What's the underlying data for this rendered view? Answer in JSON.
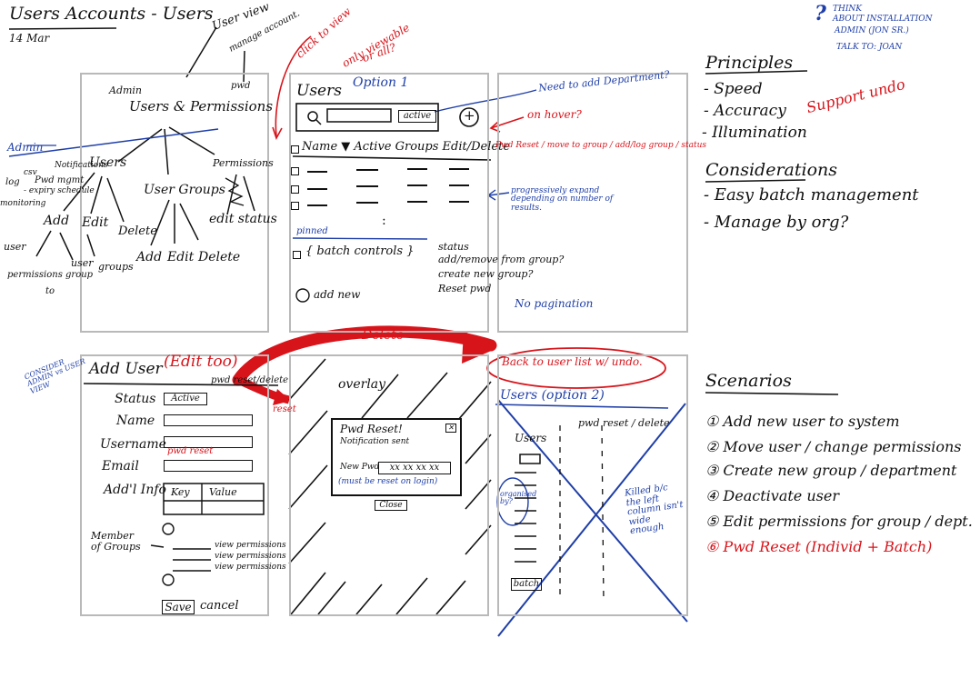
{
  "title": {
    "main": "Users Accounts - Users",
    "date": "14 Mar"
  },
  "corner_note": {
    "mark": "?",
    "lines": [
      "THINK",
      "ABOUT INSTALLATION",
      "ADMIN (JON SR.)",
      "TALK TO: JOAN"
    ]
  },
  "top_notes": {
    "user_view": "User view",
    "manage_account": "manage account.",
    "pwd": "pwd",
    "click_to_view": "click to view",
    "only_viewable": "only viewable",
    "or_all": "or all?"
  },
  "tree": {
    "admin": "Admin",
    "root": "Users & Permissions",
    "users": "Users",
    "user_groups": "User Groups",
    "permissions": "Permissions",
    "add": "Add",
    "edit": "Edit",
    "delete": "Delete",
    "user": "user",
    "groups": "groups",
    "add2": "Add",
    "edit2": "Edit",
    "delete2": "Delete",
    "edit_status": "edit status",
    "user_perm": "user",
    "permissions_group": "permissions group",
    "to": "to",
    "notifications": "Notifications",
    "log": "log",
    "csv": "csv",
    "pwd_mgmt": "Pwd mgmt",
    "expiry": "- expiry schedule",
    "monitoring": "monitoring",
    "admin_left": "Admin"
  },
  "users_option1": {
    "title": "Users",
    "option": "Option 1",
    "active_dropdown": "active",
    "add_icon": "+",
    "header": "Name ▼ Active  Groups  Edit/Delete",
    "ellipsis": ":",
    "pinned": "pinned",
    "batch": "{ batch controls }",
    "batch_opts": [
      "status",
      "add/remove from group?",
      "create new group?",
      "Reset pwd"
    ],
    "add_new": "add new",
    "need_dept": "Need to add Department?",
    "on_hover": "on hover?",
    "hover_actions": "Pwd Reset / move to group / add/log group / status",
    "progressive": "progressively expand depending on number of results.",
    "no_pagination": "No pagination"
  },
  "principles": {
    "heading": "Principles",
    "items": [
      "- Speed",
      "- Accuracy",
      "- Illumination"
    ],
    "support_undo": "Support undo"
  },
  "considerations": {
    "heading": "Considerations",
    "items": [
      "- Easy batch management",
      "- Manage by org?"
    ]
  },
  "add_user": {
    "title": "Add User",
    "edit_too": "(Edit too)",
    "consider": "CONSIDER ADMIN vs USER VIEW",
    "pwd_reset_delete": "pwd reset/delete",
    "reset": "reset",
    "status_label": "Status",
    "status_value": "Active",
    "name_label": "Name",
    "username_label": "Username",
    "pwd_reset": "pwd reset",
    "email_label": "Email",
    "addl_label": "Add'l Info",
    "key": "Key",
    "value": "Value",
    "member_label": "Member of Groups",
    "perms": [
      "view permissions",
      "view permissions",
      "view permissions"
    ],
    "save": "Save",
    "cancel": "cancel"
  },
  "overlay": {
    "label": "overlay",
    "delete": "Delete",
    "dialog_title": "Pwd Reset!",
    "notification": "Notification sent",
    "new_pwd_label": "New Pwd",
    "new_pwd_value": "xx xx xx xx",
    "must_reset": "(must be reset on login)",
    "close": "Close"
  },
  "option2": {
    "back": "Back to user list w/ undo.",
    "title": "Users (option 2)",
    "inner_users": "Users",
    "pwd_reset_delete": "pwd reset / delete",
    "organised_by": "organised by?",
    "batch": "batch",
    "killed": "Killed b/c the left column isn't wide enough"
  },
  "scenarios": {
    "heading": "Scenarios",
    "items": [
      "① Add new user to system",
      "② Move user / change permissions",
      "③ Create new group / department",
      "④ Deactivate user",
      "⑤ Edit permissions for group / dept.",
      "⑥ Pwd Reset (Individ + Batch)"
    ]
  },
  "colors": {
    "ink": "#111111",
    "red": "#d8141b",
    "blue": "#1f3fa8",
    "frame": "#b9b9b9"
  }
}
